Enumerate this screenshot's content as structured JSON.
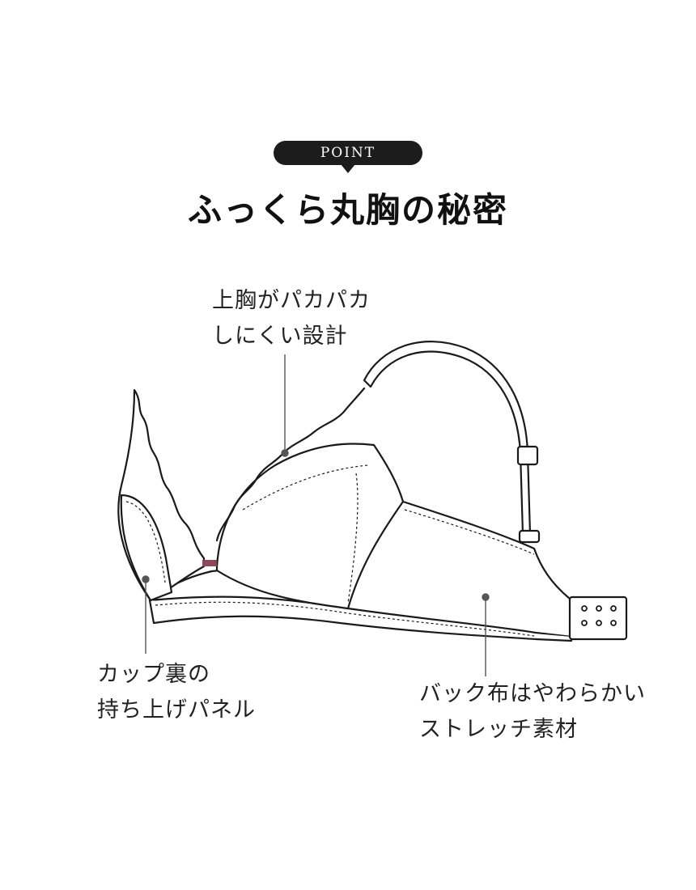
{
  "badge": {
    "label": "POINT"
  },
  "title": "ふっくら丸胸の秘密",
  "callouts": {
    "upper_chest": {
      "line1": "上胸がパカパカ",
      "line2": "しにくい設計"
    },
    "cup_panel": {
      "line1": "カップ裏の",
      "line2": "持ち上げパネル"
    },
    "back_fabric": {
      "line1": "バック布はやわらかい",
      "line2": "ストレッチ素材"
    }
  },
  "colors": {
    "ink": "#1a1a1a",
    "badge": "#1c1c1c",
    "center_accent": "#8a4a5a",
    "leader": "#555555"
  }
}
